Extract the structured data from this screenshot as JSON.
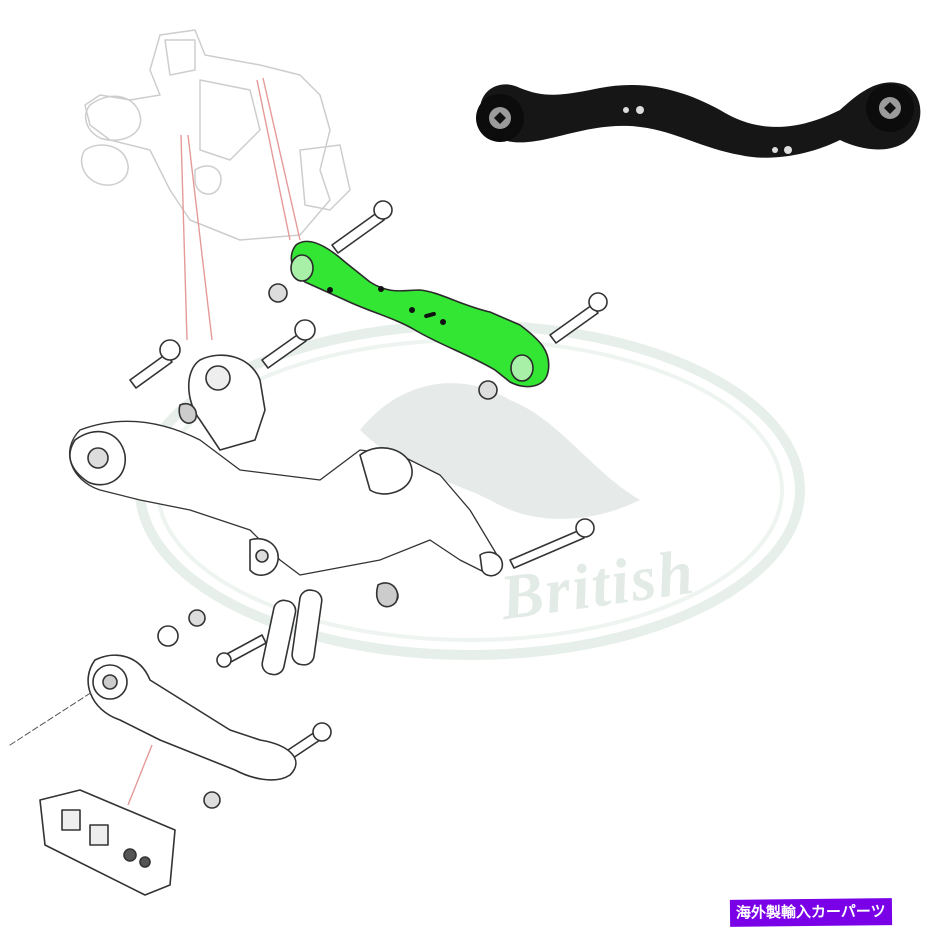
{
  "watermark": {
    "text": "British",
    "shape": "oval-logo",
    "color": "#e3ebe6"
  },
  "badge": {
    "label": "海外製輸入カーパーツ",
    "background": "#7a00e8",
    "color": "#ffffff"
  },
  "diagram": {
    "highlighted_part": "upper-rear-control-arm",
    "highlight_color": "#33e633",
    "line_color": "#555555",
    "leader_line_color": "#e07878",
    "photo_inset": "black-curved-control-arm"
  }
}
